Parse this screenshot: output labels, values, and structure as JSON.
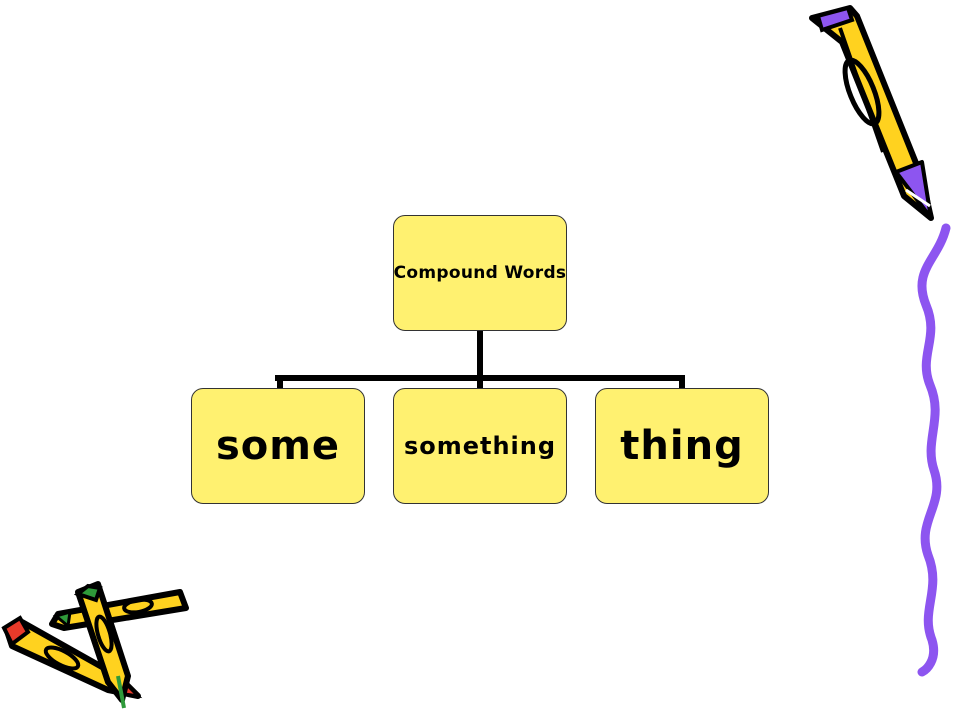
{
  "diagram": {
    "root": {
      "label": "Compound Words"
    },
    "children": [
      {
        "label": "some"
      },
      {
        "label": "something"
      },
      {
        "label": "thing"
      }
    ]
  },
  "colors": {
    "node_fill": "#fff170",
    "node_border": "#333333",
    "connector": "#000000",
    "pencil_yellow": "#ffd21f",
    "pencil_purple": "#8d55f0",
    "pencil_red": "#e83a2a",
    "pencil_green": "#2f9a3a"
  },
  "decorations": {
    "icons": [
      "pencil-top-right-icon",
      "squiggle-line-icon",
      "pencils-bottom-left-icon"
    ]
  }
}
